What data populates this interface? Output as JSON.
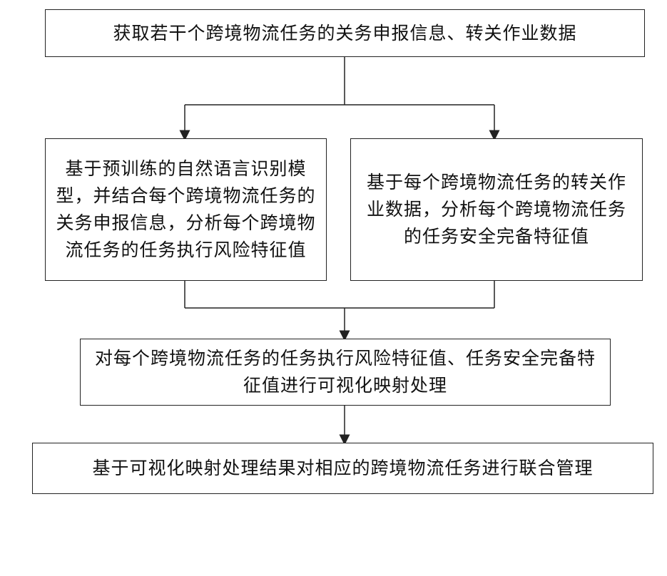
{
  "steps": {
    "step1": "获取若干个跨境物流任务的关务申报信息、转关作业数据",
    "step2": "基于预训练的自然语言识别模型，并结合每个跨境物流任务的关务申报信息，分析每个跨境物流任务的任务执行风险特征值",
    "step3": "基于每个跨境物流任务的转关作业数据，分析每个跨境物流任务的任务安全完备特征值",
    "step4": "对每个跨境物流任务的任务执行风险特征值、任务安全完备特征值进行可视化映射处理",
    "step5": "基于可视化映射处理结果对相应的跨境物流任务进行联合管理"
  }
}
